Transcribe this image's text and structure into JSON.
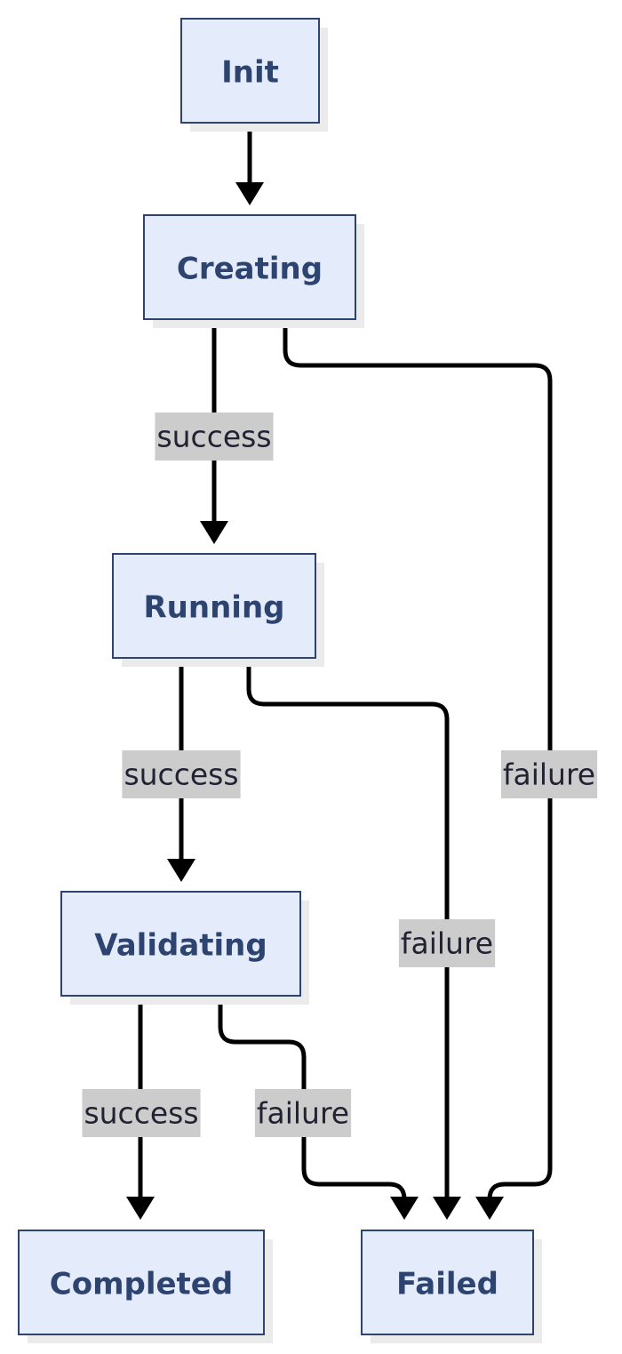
{
  "nodes": [
    {
      "id": "init",
      "label": "Init"
    },
    {
      "id": "creating",
      "label": "Creating"
    },
    {
      "id": "running",
      "label": "Running"
    },
    {
      "id": "validating",
      "label": "Validating"
    },
    {
      "id": "completed",
      "label": "Completed"
    },
    {
      "id": "failed",
      "label": "Failed"
    }
  ],
  "edges": [
    {
      "id": "init-creating",
      "from": "init",
      "to": "creating",
      "label": ""
    },
    {
      "id": "creating-running",
      "from": "creating",
      "to": "running",
      "label": "success"
    },
    {
      "id": "creating-failed",
      "from": "creating",
      "to": "failed",
      "label": "failure"
    },
    {
      "id": "running-validating",
      "from": "running",
      "to": "validating",
      "label": "success"
    },
    {
      "id": "running-failed",
      "from": "running",
      "to": "failed",
      "label": "failure"
    },
    {
      "id": "validating-completed",
      "from": "validating",
      "to": "completed",
      "label": "success"
    },
    {
      "id": "validating-failed",
      "from": "validating",
      "to": "failed",
      "label": "failure"
    }
  ],
  "colors": {
    "node_fill": "#e4ecfb",
    "node_border": "#2e4470",
    "node_text": "#2e4470",
    "edge": "#000000",
    "label_bg": "#cccccc",
    "label_text": "#222233"
  }
}
